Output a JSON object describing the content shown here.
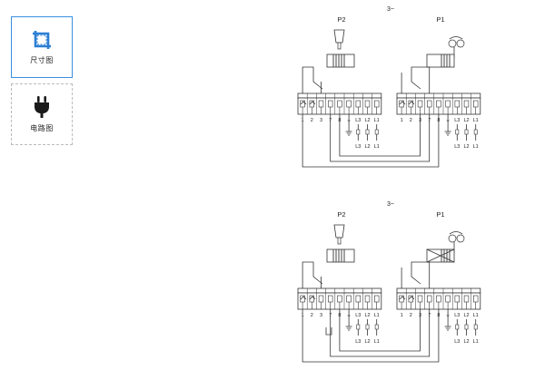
{
  "sidebar": {
    "tabs": [
      {
        "label": "尺寸图",
        "icon": "dimension-frame-icon",
        "active": true
      },
      {
        "label": "电路图",
        "icon": "power-plug-icon",
        "active": false
      }
    ]
  },
  "diagrams": [
    {
      "phase_label": "3~",
      "p2_label": "P2",
      "p1_label": "P1",
      "left_terminals": [
        "1",
        "2",
        "3",
        "7",
        "8",
        "⏚",
        "L3",
        "L2",
        "L1"
      ],
      "right_terminals": [
        "1",
        "2",
        "3",
        "7",
        "8",
        "⏚",
        "L3",
        "L2",
        "L1"
      ],
      "left_supply": [
        "⏚",
        "L3",
        "L2",
        "L1"
      ],
      "right_supply": [
        "⏚",
        "L3",
        "L2",
        "L1"
      ]
    },
    {
      "phase_label": "3~",
      "p2_label": "P2",
      "p1_label": "P1",
      "left_terminals": [
        "1",
        "2",
        "3",
        "7",
        "8",
        "⏚",
        "L3",
        "L2",
        "L1"
      ],
      "right_terminals": [
        "1",
        "2",
        "3",
        "7",
        "8",
        "⏚",
        "L3",
        "L2",
        "L1"
      ],
      "left_supply": [
        "⏚",
        "L3",
        "L2",
        "L1"
      ],
      "right_supply": [
        "⏚",
        "L3",
        "L2",
        "L1"
      ]
    }
  ],
  "colors": {
    "accent": "#3b8fe0",
    "icon": "#1a1a1a",
    "line": "#333333"
  }
}
